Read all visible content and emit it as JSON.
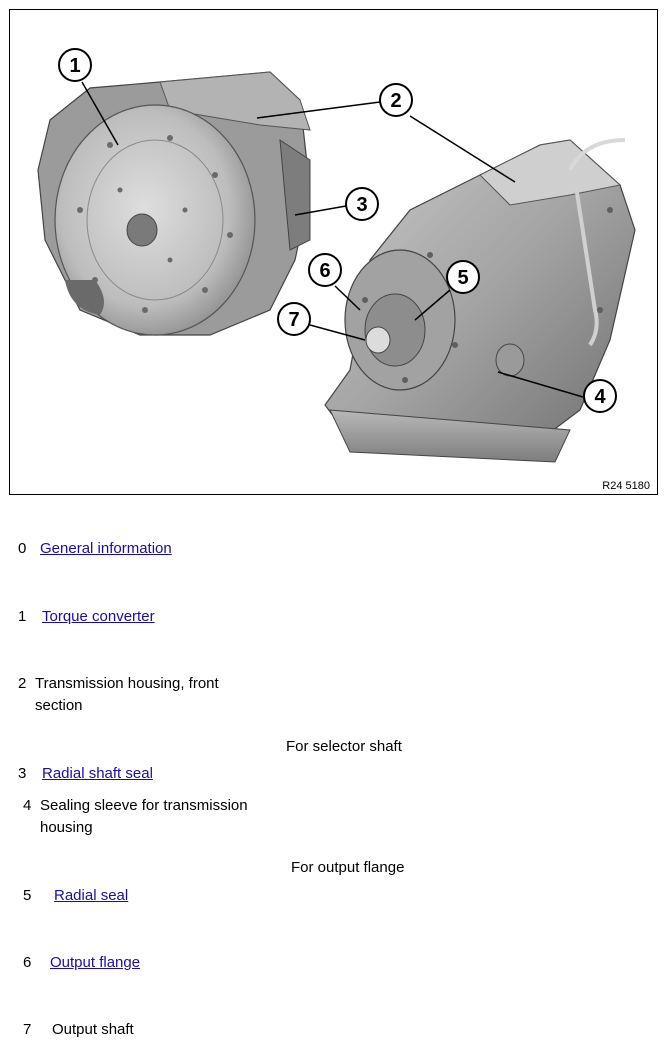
{
  "figure": {
    "reference": "R24 5180",
    "callouts": [
      "1",
      "2",
      "3",
      "4",
      "5",
      "6",
      "7"
    ]
  },
  "items": [
    {
      "num": "0",
      "text": "General information",
      "link": true
    },
    {
      "num": "1",
      "text": "Torque converter",
      "link": true
    },
    {
      "num": "2",
      "text_line1": "Transmission housing, front",
      "text_line2": "section",
      "link": false
    },
    {
      "heading": "For selector shaft"
    },
    {
      "num": "3",
      "text": "Radial shaft seal",
      "link": true
    },
    {
      "num": "4",
      "text_line1": "Sealing sleeve for transmission",
      "text_line2": "housing",
      "link": false
    },
    {
      "heading": "For output flange"
    },
    {
      "num": "5",
      "text": "Radial seal",
      "link": true
    },
    {
      "num": "6",
      "text": "Output flange",
      "link": true
    },
    {
      "num": "7",
      "text": "Output shaft",
      "link": false
    }
  ],
  "colors": {
    "link": "#1a0dab",
    "housing_gray": "#a8a8a8",
    "housing_dark": "#6e6e6e"
  }
}
